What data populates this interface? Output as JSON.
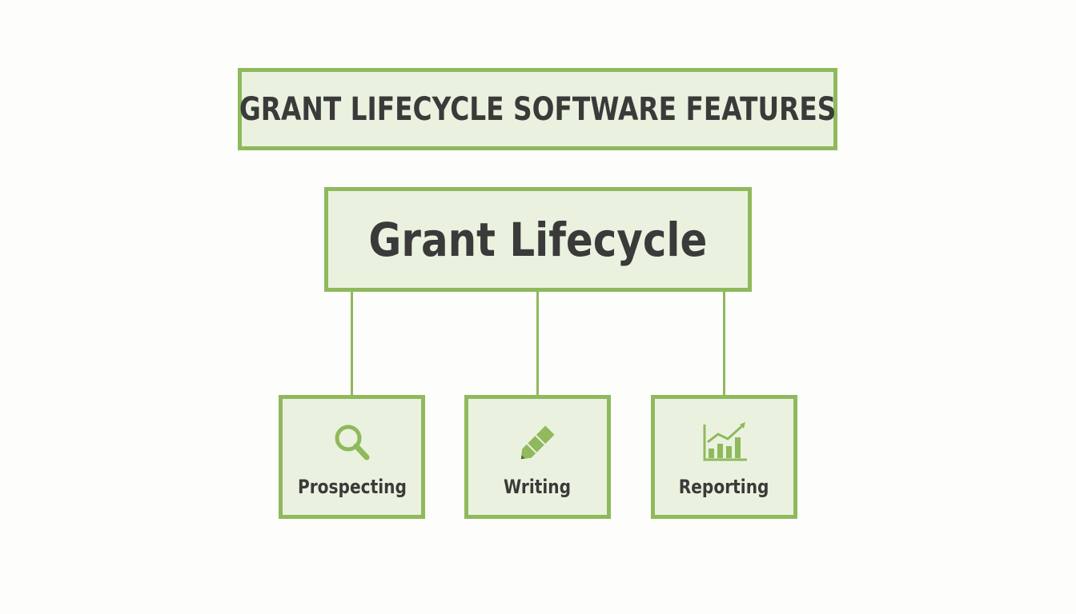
{
  "title": "GRANT LIFECYCLE SOFTWARE FEATURES",
  "center_node": "Grant Lifecycle",
  "features": [
    {
      "label": "Prospecting",
      "icon": "magnifying-glass-icon"
    },
    {
      "label": "Writing",
      "icon": "pencil-icon"
    },
    {
      "label": "Reporting",
      "icon": "bar-chart-icon"
    }
  ],
  "colors": {
    "border": "#8fb95c",
    "fill": "#eaf2df",
    "text": "#3a3a3a",
    "background": "#fdfdfc"
  }
}
